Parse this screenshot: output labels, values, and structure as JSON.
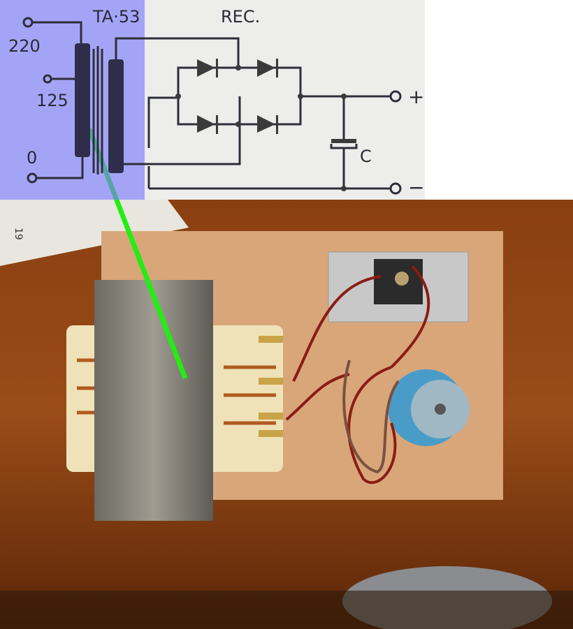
{
  "schematic": {
    "transformer_label": "TA·53",
    "rectifier_label": "REC.",
    "input_labels": [
      "220",
      "125",
      "0"
    ],
    "output_plus": "+",
    "output_minus": "−",
    "capacitor_label": "C",
    "highlight_color": "#7878ff",
    "pointer_color": "#22ee11"
  },
  "photo": {
    "paper_number": "19"
  }
}
